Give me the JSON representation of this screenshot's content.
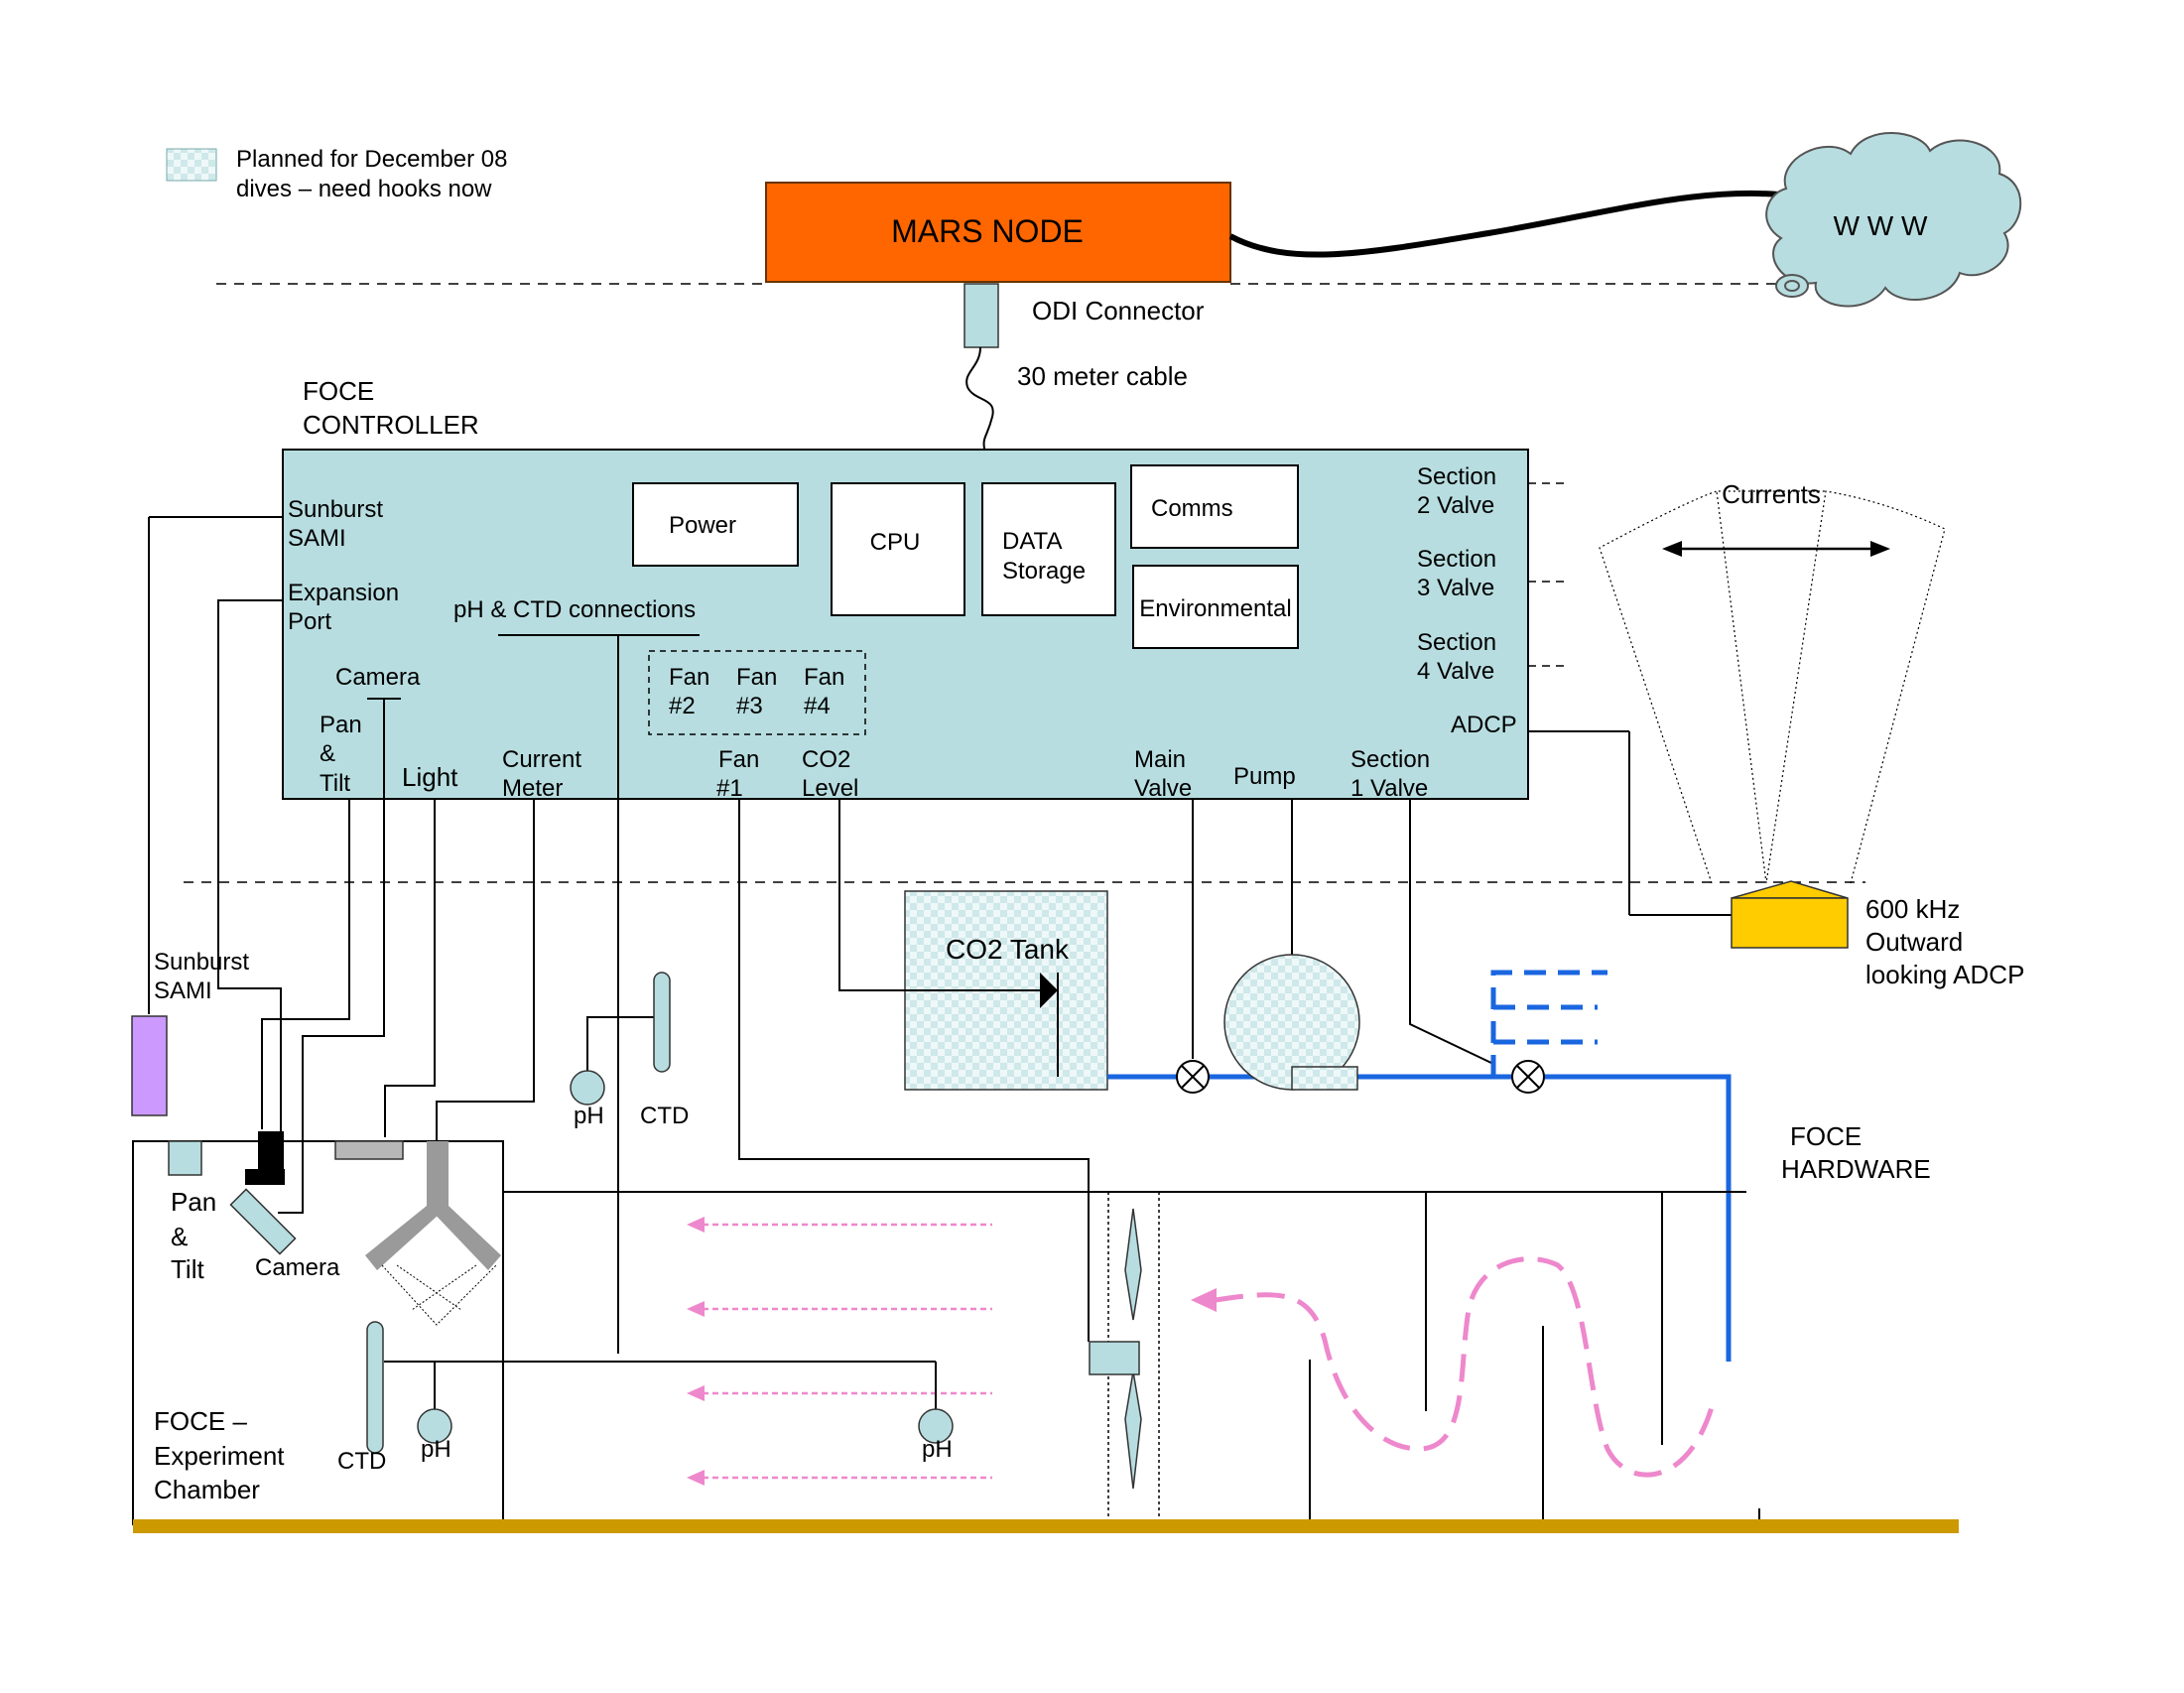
{
  "legend": {
    "lines": [
      "Planned for December 08",
      "dives – need hooks now"
    ]
  },
  "mars_node": {
    "label": "MARS NODE"
  },
  "www": {
    "label": "W W W"
  },
  "odi_connector": {
    "label": "ODI Connector"
  },
  "cable": {
    "label": "30 meter cable"
  },
  "controller": {
    "title": [
      "FOCE",
      "CONTROLLER"
    ],
    "sunburst_sami": [
      "Sunburst",
      "SAMI"
    ],
    "expansion_port": [
      "Expansion",
      "Port"
    ],
    "power": "Power",
    "cpu": "CPU",
    "data_storage": [
      "DATA",
      "Storage"
    ],
    "comms": "Comms",
    "environmental": "Environmental",
    "section2_valve": [
      "Section",
      "2 Valve"
    ],
    "section3_valve": [
      "Section",
      "3 Valve"
    ],
    "section4_valve": [
      "Section",
      "4 Valve"
    ],
    "adcp": "ADCP",
    "ph_ctd_connections": "pH & CTD connections",
    "camera": "Camera",
    "fan2": [
      "Fan",
      "#2"
    ],
    "fan3": [
      "Fan",
      "#3"
    ],
    "fan4": [
      "Fan",
      "#4"
    ],
    "pan_tilt": [
      "Pan",
      "&",
      "Tilt"
    ],
    "light": "Light",
    "current_meter": [
      "Current",
      "Meter"
    ],
    "fan1": [
      "Fan",
      "#1"
    ],
    "co2_level": [
      "CO2",
      "Level"
    ],
    "main_valve": [
      "Main",
      "Valve"
    ],
    "pump": "Pump",
    "section1_valve": [
      "Section",
      "1 Valve"
    ]
  },
  "currents": {
    "label": "Currents"
  },
  "adcp_device": {
    "label": [
      "600 kHz",
      "Outward",
      "looking ADCP"
    ]
  },
  "co2_tank": {
    "label": "CO2 Tank"
  },
  "sunburst_device": {
    "label": [
      "Sunburst",
      "SAMI"
    ]
  },
  "foce_hardware": {
    "label": [
      "FOCE",
      "HARDWARE"
    ]
  },
  "chamber": {
    "pan_tilt": [
      "Pan",
      "&",
      "Tilt"
    ],
    "camera": "Camera",
    "title": [
      "FOCE –",
      "Experiment",
      "Chamber"
    ],
    "ph_upper": "pH",
    "ctd_upper": "CTD",
    "ctd_lower": "CTD",
    "ph_lower_left": "pH",
    "ph_lower_right": "pH"
  },
  "colors": {
    "controller_fill": "#b7dde0",
    "mars_node_fill": "#ff6600",
    "adcp_fill": "#ffcc00",
    "sami_fill": "#cc99ff",
    "pipe_blue": "#1a66e0",
    "flow_pink": "#ee88cc",
    "seafloor": "#cc9900",
    "camera_body": "#9a9a9a"
  }
}
